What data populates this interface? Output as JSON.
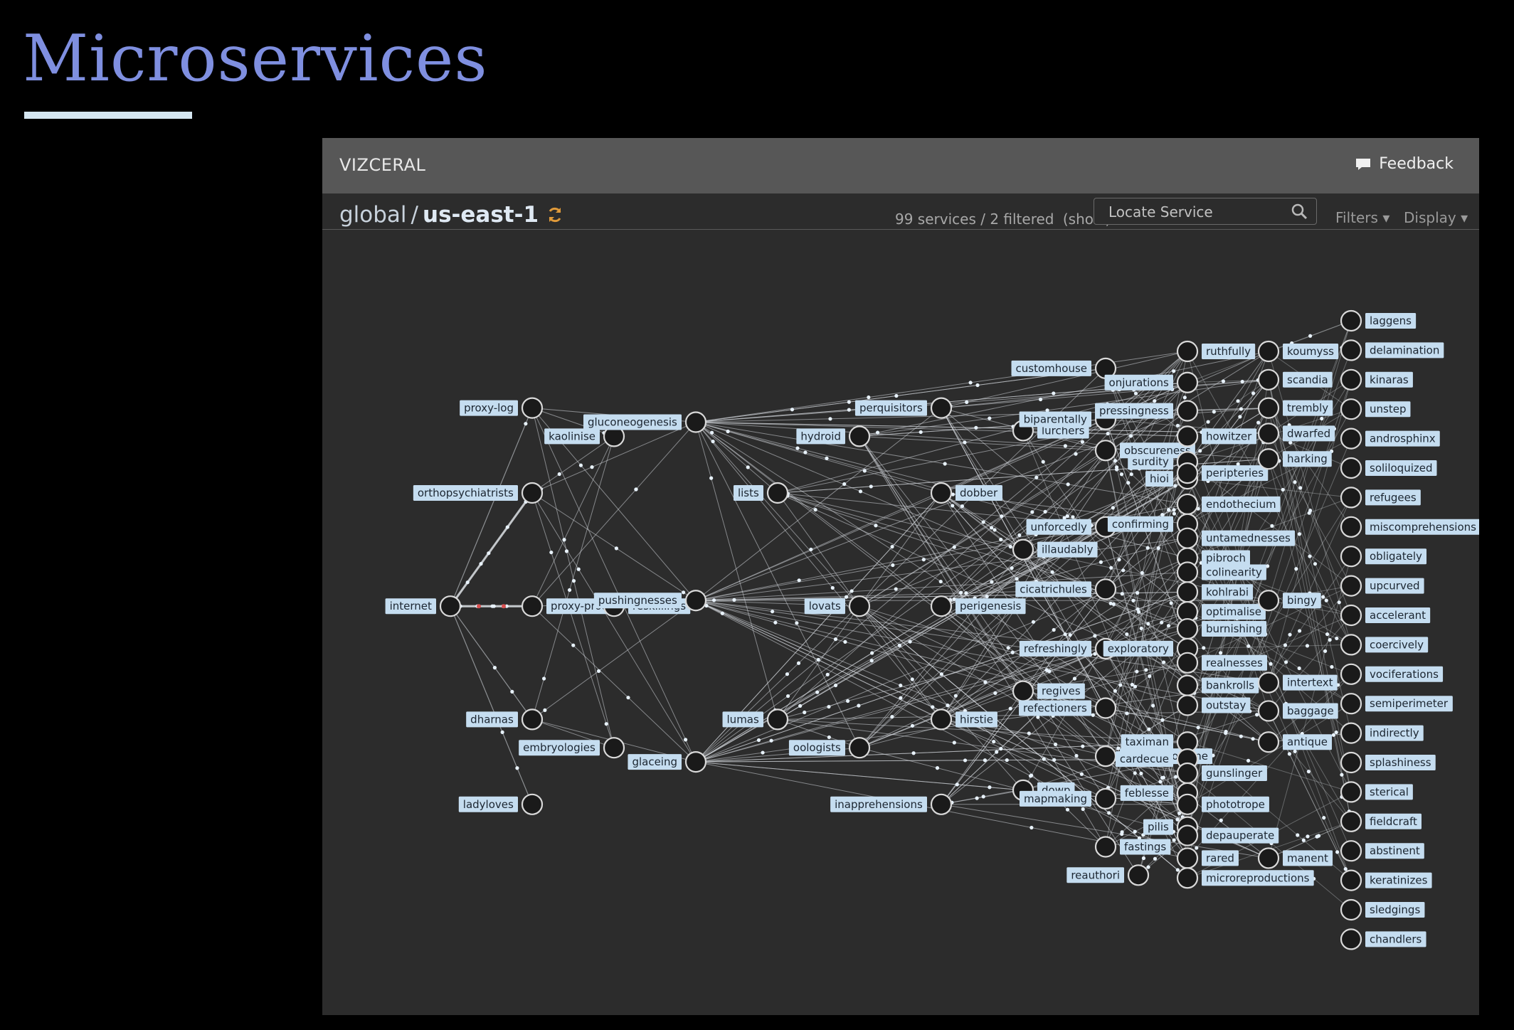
{
  "slide": {
    "title": "Microservices"
  },
  "app": {
    "brand": "VIZCERAL",
    "feedback_label": "Feedback",
    "breadcrumb": {
      "root": "global",
      "separator": "/",
      "region": "us-east-1"
    },
    "services_summary": "99 services / 2 filtered",
    "show_label": "(show)",
    "search": {
      "placeholder": "Locate Service"
    },
    "filters_label": "Filters",
    "display_label": "Display",
    "colors": {
      "node_label_bg": "#c5ddf0",
      "traffic_dot": "#e8f2fb",
      "error_dot": "#d85050",
      "accent_refresh": "#e09a3a"
    }
  },
  "graph": {
    "nodes": [
      {
        "name": "internet",
        "col": 0,
        "row": 9
      },
      {
        "name": "proxy-log",
        "col": 1,
        "row": 2
      },
      {
        "name": "orthopsychiatrists",
        "col": 1,
        "row": 5
      },
      {
        "name": "proxy-prod",
        "col": 1,
        "row": 9,
        "labelSide": "right"
      },
      {
        "name": "dharnas",
        "col": 1,
        "row": 13
      },
      {
        "name": "ladyloves",
        "col": 1,
        "row": 16
      },
      {
        "name": "kaolinise",
        "col": 2,
        "row": 3
      },
      {
        "name": "reskillings",
        "col": 2,
        "row": 9,
        "labelSide": "right"
      },
      {
        "name": "embryologies",
        "col": 2,
        "row": 14
      },
      {
        "name": "gluconeogenesis",
        "col": 3,
        "row": 2.5
      },
      {
        "name": "pushingnesses",
        "col": 3,
        "row": 8.8
      },
      {
        "name": "glaceing",
        "col": 3,
        "row": 14.5
      },
      {
        "name": "lists",
        "col": 4,
        "row": 5
      },
      {
        "name": "lumas",
        "col": 4,
        "row": 13
      },
      {
        "name": "hydroid",
        "col": 5,
        "row": 3
      },
      {
        "name": "lovats",
        "col": 5,
        "row": 9
      },
      {
        "name": "oologists",
        "col": 5,
        "row": 14
      },
      {
        "name": "perquisitors",
        "col": 6,
        "row": 2
      },
      {
        "name": "dobber",
        "col": 6,
        "row": 5,
        "labelSide": "right"
      },
      {
        "name": "perigenesis",
        "col": 6,
        "row": 9,
        "labelSide": "right"
      },
      {
        "name": "hirstie",
        "col": 6,
        "row": 13,
        "labelSide": "right"
      },
      {
        "name": "inapprehensions",
        "col": 6,
        "row": 16
      },
      {
        "name": "lurchers",
        "col": 7,
        "row": 2.8,
        "labelSide": "right"
      },
      {
        "name": "illaudably",
        "col": 7,
        "row": 7,
        "labelSide": "right"
      },
      {
        "name": "regives",
        "col": 7,
        "row": 12,
        "labelSide": "right"
      },
      {
        "name": "dowp",
        "col": 7,
        "row": 15.5,
        "labelSide": "right"
      },
      {
        "name": "customhouse",
        "col": 8,
        "row": 0.6
      },
      {
        "name": "biparentally",
        "col": 8,
        "row": 2.4
      },
      {
        "name": "obscureness",
        "col": 8,
        "row": 3.5,
        "labelSide": "right"
      },
      {
        "name": "unforcedly",
        "col": 8,
        "row": 6.2
      },
      {
        "name": "cicatrichules",
        "col": 8,
        "row": 8.4
      },
      {
        "name": "refreshingly",
        "col": 8,
        "row": 10.5
      },
      {
        "name": "refectioners",
        "col": 8,
        "row": 12.6
      },
      {
        "name": "aerohydroplane",
        "col": 8,
        "row": 14.3,
        "labelSide": "right"
      },
      {
        "name": "mapmaking",
        "col": 8,
        "row": 15.8
      },
      {
        "name": "fastings",
        "col": 8,
        "row": 17.5,
        "labelSide": "right"
      },
      {
        "name": "reauthori",
        "col": 8.4,
        "row": 18.5
      },
      {
        "name": "ruthfully",
        "col": 9,
        "row": 0,
        "labelSide": "right"
      },
      {
        "name": "onjurations",
        "col": 9,
        "row": 1.1
      },
      {
        "name": "pressingness",
        "col": 9,
        "row": 2.1
      },
      {
        "name": "howitzer",
        "col": 9,
        "row": 3,
        "labelSide": "right"
      },
      {
        "name": "surdity",
        "col": 9,
        "row": 3.9
      },
      {
        "name": "hioi",
        "col": 9,
        "row": 4.5
      },
      {
        "name": "peripteries",
        "col": 9,
        "row": 4.3,
        "labelSide": "right"
      },
      {
        "name": "endothecium",
        "col": 9,
        "row": 5.4,
        "labelSide": "right"
      },
      {
        "name": "confirming",
        "col": 9,
        "row": 6.1
      },
      {
        "name": "untamednesses",
        "col": 9,
        "row": 6.6,
        "labelSide": "right"
      },
      {
        "name": "pibroch",
        "col": 9,
        "row": 7.3,
        "labelSide": "right"
      },
      {
        "name": "colinearity",
        "col": 9,
        "row": 7.8,
        "labelSide": "right"
      },
      {
        "name": "kohlrabi",
        "col": 9,
        "row": 8.5,
        "labelSide": "right"
      },
      {
        "name": "optimalise",
        "col": 9,
        "row": 9.2,
        "labelSide": "right"
      },
      {
        "name": "burnishing",
        "col": 9,
        "row": 9.8,
        "labelSide": "right"
      },
      {
        "name": "exploratory",
        "col": 9,
        "row": 10.5
      },
      {
        "name": "realnesses",
        "col": 9,
        "row": 11,
        "labelSide": "right"
      },
      {
        "name": "bankrolls",
        "col": 9,
        "row": 11.8,
        "labelSide": "right"
      },
      {
        "name": "outstay",
        "col": 9,
        "row": 12.5,
        "labelSide": "right"
      },
      {
        "name": "taximan",
        "col": 9,
        "row": 13.8
      },
      {
        "name": "cardecue",
        "col": 9,
        "row": 14.4
      },
      {
        "name": "gunslinger",
        "col": 9,
        "row": 14.9,
        "labelSide": "right"
      },
      {
        "name": "feblesse",
        "col": 9,
        "row": 15.6
      },
      {
        "name": "phototrope",
        "col": 9,
        "row": 16,
        "labelSide": "right"
      },
      {
        "name": "pilis",
        "col": 9,
        "row": 16.8
      },
      {
        "name": "depauperate",
        "col": 9,
        "row": 17.1,
        "labelSide": "right"
      },
      {
        "name": "rared",
        "col": 9,
        "row": 17.9,
        "labelSide": "right"
      },
      {
        "name": "microreproductions",
        "col": 9,
        "row": 18.6,
        "labelSide": "right"
      },
      {
        "name": "koumyss",
        "col": 10,
        "row": 0,
        "labelSide": "right"
      },
      {
        "name": "scandia",
        "col": 10,
        "row": 1,
        "labelSide": "right"
      },
      {
        "name": "trembly",
        "col": 10,
        "row": 2,
        "labelSide": "right"
      },
      {
        "name": "dwarfed",
        "col": 10,
        "row": 2.9,
        "labelSide": "right"
      },
      {
        "name": "harking",
        "col": 10,
        "row": 3.8,
        "labelSide": "right"
      },
      {
        "name": "bingy",
        "col": 10,
        "row": 8.8,
        "labelSide": "right"
      },
      {
        "name": "intertext",
        "col": 10,
        "row": 11.7,
        "labelSide": "right"
      },
      {
        "name": "baggage",
        "col": 10,
        "row": 12.7,
        "labelSide": "right"
      },
      {
        "name": "antique",
        "col": 10,
        "row": 13.8,
        "labelSide": "right"
      },
      {
        "name": "manent",
        "col": 10,
        "row": 17.9,
        "labelSide": "right"
      },
      {
        "name": "laggens",
        "col": 11,
        "row": 0,
        "labelSide": "right"
      },
      {
        "name": "delamination",
        "col": 11,
        "row": 1,
        "labelSide": "right"
      },
      {
        "name": "kinaras",
        "col": 11,
        "row": 2,
        "labelSide": "right"
      },
      {
        "name": "unstep",
        "col": 11,
        "row": 3,
        "labelSide": "right"
      },
      {
        "name": "androsphinx",
        "col": 11,
        "row": 4,
        "labelSide": "right"
      },
      {
        "name": "soliloquized",
        "col": 11,
        "row": 5,
        "labelSide": "right"
      },
      {
        "name": "refugees",
        "col": 11,
        "row": 6,
        "labelSide": "right"
      },
      {
        "name": "miscomprehensions",
        "col": 11,
        "row": 7,
        "labelSide": "right"
      },
      {
        "name": "obligately",
        "col": 11,
        "row": 8,
        "labelSide": "right"
      },
      {
        "name": "upcurved",
        "col": 11,
        "row": 9,
        "labelSide": "right"
      },
      {
        "name": "accelerant",
        "col": 11,
        "row": 10,
        "labelSide": "right"
      },
      {
        "name": "coercively",
        "col": 11,
        "row": 11,
        "labelSide": "right"
      },
      {
        "name": "vociferations",
        "col": 11,
        "row": 12,
        "labelSide": "right"
      },
      {
        "name": "semiperimeter",
        "col": 11,
        "row": 13,
        "labelSide": "right"
      },
      {
        "name": "indirectly",
        "col": 11,
        "row": 14,
        "labelSide": "right"
      },
      {
        "name": "splashiness",
        "col": 11,
        "row": 15,
        "labelSide": "right"
      },
      {
        "name": "sterical",
        "col": 11,
        "row": 16,
        "labelSide": "right"
      },
      {
        "name": "fieldcraft",
        "col": 11,
        "row": 17,
        "labelSide": "right"
      },
      {
        "name": "abstinent",
        "col": 11,
        "row": 18,
        "labelSide": "right"
      },
      {
        "name": "keratinizes",
        "col": 11,
        "row": 19,
        "labelSide": "right"
      },
      {
        "name": "sledgings",
        "col": 11,
        "row": 20,
        "labelSide": "right"
      },
      {
        "name": "chandlers",
        "col": 11,
        "row": 21,
        "labelSide": "right"
      }
    ]
  }
}
